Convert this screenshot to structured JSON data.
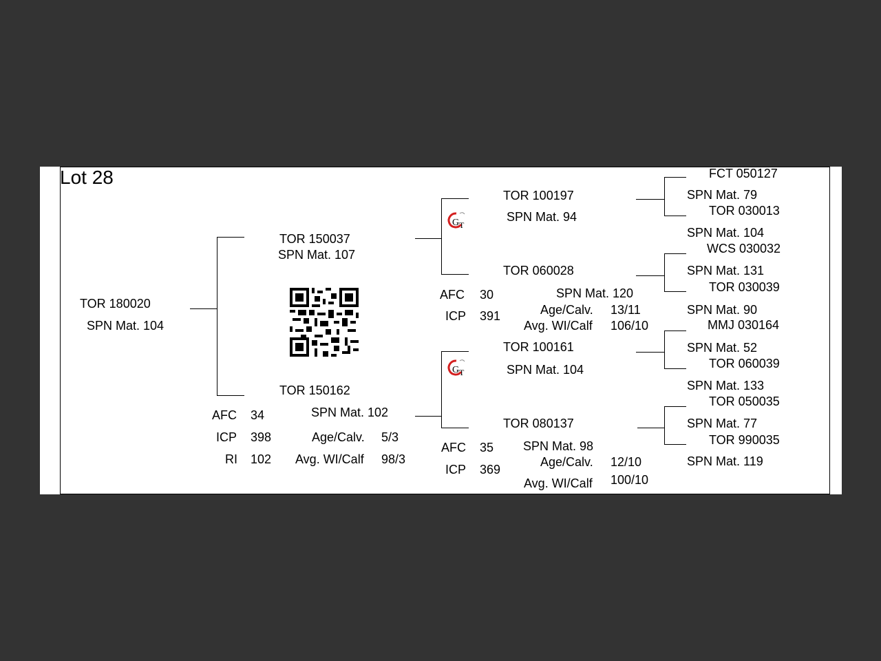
{
  "lot_title": "Lot 28",
  "subject": {
    "id": "TOR 180020",
    "name": "SPN Mat. 104"
  },
  "sire": {
    "id": "TOR 150037",
    "name": "SPN Mat. 107"
  },
  "dam": {
    "id": "TOR 150162",
    "name": "SPN Mat. 102",
    "stats": [
      {
        "label": "AFC",
        "value": "34"
      },
      {
        "label": "ICP",
        "value": "398"
      },
      {
        "label": "RI",
        "value": "102"
      }
    ],
    "age_calv_label": "Age/Calv.",
    "age_calv_value": "5/3",
    "avg_wi_label": "Avg. WI/Calf",
    "avg_wi_value": "98/3"
  },
  "sire_sire": {
    "id": "TOR 100197",
    "name": "SPN Mat. 94"
  },
  "sire_dam": {
    "id": "TOR 060028",
    "name": "SPN Mat. 120",
    "afc_label": "AFC",
    "afc_value": "30",
    "icp_label": "ICP",
    "icp_value": "391",
    "age_calv_label": "Age/Calv.",
    "age_calv_value": "13/11",
    "avg_wi_label": "Avg. WI/Calf",
    "avg_wi_value": "106/10"
  },
  "dam_sire": {
    "id": "TOR 100161",
    "name": "SPN Mat. 104"
  },
  "dam_dam": {
    "id": "TOR 080137",
    "name": "SPN Mat. 98",
    "afc_label": "AFC",
    "afc_value": "35",
    "icp_label": "ICP",
    "icp_value": "369",
    "age_calv_label": "Age/Calv.",
    "age_calv_value": "12/10",
    "avg_wi_label": "Avg. WI/Calf",
    "avg_wi_value": "100/10"
  },
  "great_grandparents": [
    {
      "id": "FCT 050127",
      "name": "SPN Mat. 79"
    },
    {
      "id": "TOR 030013",
      "name": "SPN Mat. 104"
    },
    {
      "id": "WCS 030032",
      "name": "SPN Mat. 131"
    },
    {
      "id": "TOR 030039",
      "name": "SPN Mat. 90"
    },
    {
      "id": "MMJ 030164",
      "name": "SPN Mat. 52"
    },
    {
      "id": "TOR 060039",
      "name": "SPN Mat. 133"
    },
    {
      "id": "TOR 050035",
      "name": "SPN Mat. 77"
    },
    {
      "id": "TOR 990035",
      "name": "SPN Mat. 119"
    }
  ],
  "logo_letters": "GT",
  "colors": {
    "background": "#333333",
    "page": "#ffffff",
    "text": "#000000",
    "logo_red": "#d42020"
  }
}
